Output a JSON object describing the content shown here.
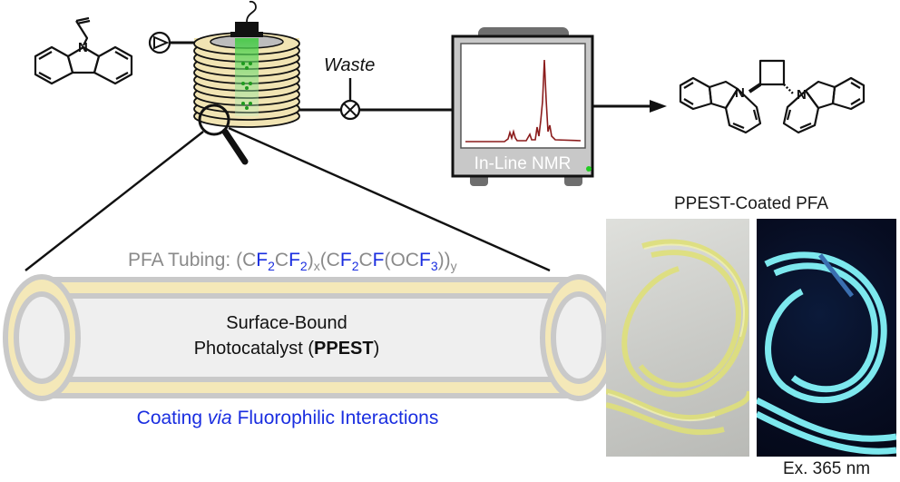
{
  "labels": {
    "waste": "Waste",
    "nmr": "In-Line NMR",
    "pfa_prefix": "PFA Tubing: ",
    "catalyst_line1": "Surface-Bound",
    "catalyst_line2_pre": "Photocatalyst (",
    "catalyst_bold": "PPEST",
    "catalyst_line2_post": ")",
    "coating_pre": "Coating ",
    "coating_italic": "via",
    "coating_post": " Fluorophilic Interactions",
    "photo_title": "PPEST-Coated PFA",
    "photo_caption": "Ex. 365 nm"
  },
  "formula": {
    "t1": "(C",
    "f1": "F",
    "s1": "2",
    "t2": "C",
    "f2": "F",
    "s2": "2",
    "t3": ")",
    "sx": "x",
    "t4": "(C",
    "f3": "F",
    "s3": "2",
    "t5": "C",
    "f4": "F",
    "t6": "(OC",
    "f5": "F",
    "s4": "3",
    "t7": "))",
    "sy": "y"
  },
  "colors": {
    "blue_text": "#1a2ee0",
    "gray_text": "#8a8a8a",
    "tube_yellow": "#f4e8b8",
    "tube_gray": "#c9c9c9",
    "tube_inner": "#efefef",
    "nmr_trace": "#8b1c1c",
    "led_green": "#22cc22",
    "fluor_cyan": "#7de8ee"
  }
}
